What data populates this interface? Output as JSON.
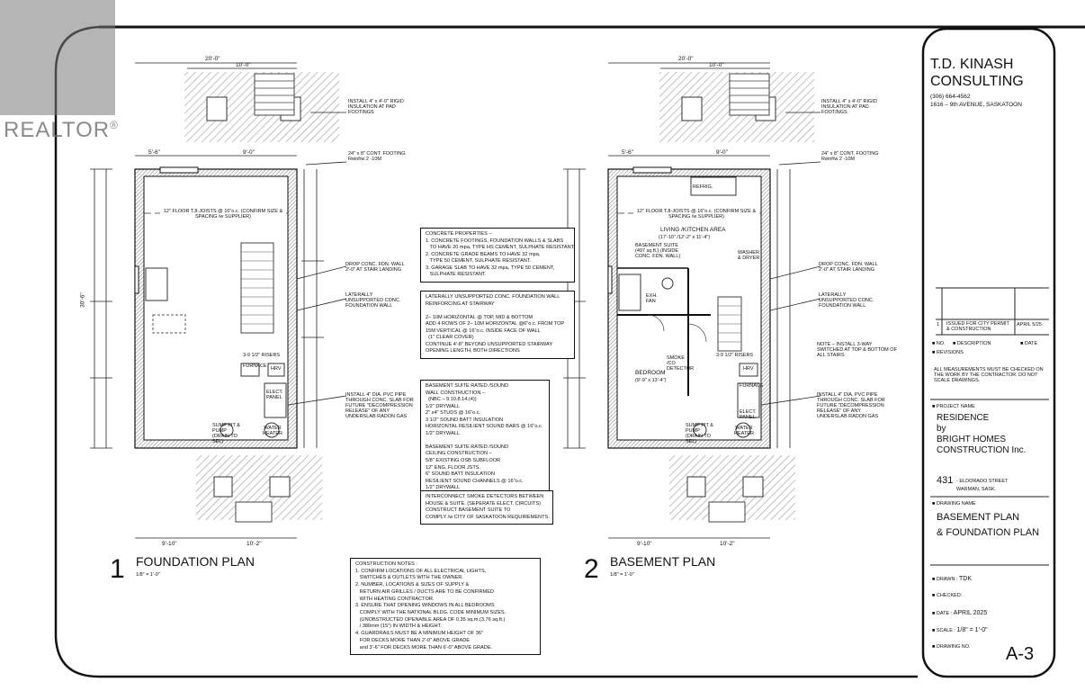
{
  "watermark": {
    "text": "REALTOR",
    "mark": "®"
  },
  "title_block": {
    "company_line1": "T.D. KINASH",
    "company_line2": "CONSULTING",
    "phone": "(306) 664-4562",
    "address": "1616 – 9th AVENUE, SASKATOON",
    "rev_no": "1",
    "rev_desc": "ISSUED FOR CITY PERMIT & CONSTRUCTION",
    "rev_date": "APRIL 5/25",
    "col_no": "NO.",
    "col_desc": "DESCRIPTION",
    "col_date": "DATE",
    "revisions_label": "REVISIONS",
    "measure_note": "ALL MEASUREMENTS MUST BE CHECKED ON THE WORK BY THE CONTRACTOR. DO NOT SCALE DRAWINGS.",
    "project_name_label": "PROJECT NAME",
    "project_line1": "RESIDENCE",
    "project_line2": "by",
    "project_line3": "BRIGHT HOMES",
    "project_line4": "CONSTRUCTION Inc.",
    "address_number": "431",
    "address_street": "- ELDORADO STREET",
    "address_city": "WARMAN, SASK.",
    "drawing_name_label": "DRAWING NAME",
    "drawing_line1": "BASEMENT PLAN",
    "drawing_line2": "& FOUNDATION PLAN",
    "drawn_label": "DRAWN :",
    "drawn_value": "TDK",
    "checked_label": "CHECKED:",
    "date_label": "DATE :",
    "date_value": "APRIL 2025",
    "scale_label": "SCALE :",
    "scale_value": "1/8\" = 1'-0\"",
    "drawing_no_label": "DRAWING NO.",
    "drawing_no": "A-3"
  },
  "plans": [
    {
      "number": "1",
      "title": "FOUNDATION PLAN",
      "scale": "1/8\" = 1'-0\""
    },
    {
      "number": "2",
      "title": "BASEMENT PLAN",
      "scale": "1/8\" = 1'-0\""
    }
  ],
  "dims": {
    "overall_width": "20'-0\"",
    "top_width": "10'-0\"",
    "left_top": "5'-6\"",
    "right_top": "9'-0\"",
    "depth": "30'-6\"",
    "bottom_left": "9'-10\"",
    "bottom_right": "10'-2\""
  },
  "labels": {
    "insulation": "INSTALL 4\" x 4'-0\" RIGID INSULATION AT PAD FOOTINGS",
    "footing": "24\" x 8\" CONT. FOOTING Reinf/w 2 -10M",
    "joists": "12\" FLOOR TJI-JOISTS @ 16\"o.c. (CONFIRM SIZE & SPACING /w SUPPLIER)",
    "drop_wall": "DROP CONC. FDN. WALL 2'-0\" AT STAIR LANDING",
    "unsupported": "LATERALLY UNSUPPORTED CONC. FOUNDATION WALL",
    "pvc": "INSTALL 4\" DIA. PVC PIPE THROUGH CONC. SLAB FOR FUTURE \"DECOMPRESSION RELEASE\" OF ANY UNDERSLAB RADON GAS",
    "switch_note": "NOTE – INSTALL 3-WAY SWITCHED AT TOP & BOTTOM OF ALL STAIRS",
    "living": "LIVING /KITCHEN AREA",
    "living_dim": "(17'-10\" /12'-2\" x 11'-4\")",
    "suite": "BASEMENT SUITE (497 sq.ft.) (INSIDE CONC. FDN. WALL)",
    "bedroom": "BEDROOM",
    "bedroom_dim": "(9'-9\" x 13'-4\")",
    "furnace": "FURNACE",
    "hrv": "HRV",
    "panel": "ELECT. PANEL",
    "heater": "WATER HEATER",
    "sump": "SUMP PIT & PUMP (DRAIN TO SEL)",
    "risers": "3-9 1/2\" RISERS",
    "fridge": "REFRIG.",
    "washer": "WASHER & DRYER",
    "exh": "EXH. FAN",
    "smoke": "SMOKE /CO DETECTOR"
  },
  "notes": {
    "concrete": "CONCRETE PROPERTIES –\n1. CONCRETE FOOTINGS, FOUNDATION WALLS & SLABS\n   TO HAVE 20 mpa, TYPE HS CEMENT, SULPHATE RESISTANT.\n2. CONCRETE GRADE BEAMS TO HAVE 32 mpa,\n   TYPE 50 CEMENT, SULPHATE RESISTANT.\n3. GARAGE SLAB TO HAVE 32 mpa, TYPE 50 CEMENT,\n   SULPHATE RESISTANT.",
    "reinforcing": "LATERALLY UNSUPPORTED CONC. FOUNDATION WALL\nREINFORCING AT STAIRWAY\n\n2– 10M HORIZONTAL @ TOP, MID & BOTTOM\nADD 4 ROWS OF 2– 10M HORIZONTAL @6\"o.c. FROM TOP\n15M VERTICAL @ 16\"o.c. INSIDE FACE OF WALL\n  (1\" CLEAR COVER)\nCONTINUE 4'-8\" BEYOND UNSUPPORTED STAIRWAY\nOPENING LENGTH, BOTH DIRECTIONS",
    "sound_wall": "BASEMENT SUITE RATED /SOUND\nWALL CONSTRUCTION –\n  (NBC – 9.10.8.14.(4))\n1/2\" DRYWALL\n2\" x4\" STUDS @ 16\"o.c.\n3 1/2\" SOUND BATT INSULATION\nHORIZONTAL RESILIENT SOUND BARS @ 16\"o.c.\n1/2\" DRYWALL\n\nBASEMENT SUITE RATED /SOUND\nCEILING CONSTRUCTION –\n5/8\" EXISTING OSB SUBFLOOR\n12\" ENG. FLOOR JSTS.\n6\" SOUND BATT INSULATION\nRESILIENT SOUND CHANNELS @ 16\"o.c.\n1/2\" DRYWALL",
    "smoke": "INTERCONNECT SMOKE DETECTORS BETWEEN\nHOUSE & SUITE. (SEPERATE ELECT. CIRCUITS)\nCONSTRUCT BASEMENT SUITE TO\nCOMPLY /w CITY OF SASKATOON REQUIREMENTS.",
    "construction": "CONSTRUCTION NOTES :\n1. CONFIRM LOCATIONS OF ALL ELECTRICAL LIGHTS,\n   SWITCHES & OUTLETS WITH THE OWNER.\n2. NUMBER, LOCATIONS & SIZES OF SUPPLY &\n   RETURN AIR GRILLES / DUCTS ARE TO BE CONFIRMED\n   WITH HEATING CONTRACTOR.\n3. ENSURE THAT OPENING WINDOWS IN ALL BEDROOMS\n   COMPLY WITH THE NATIONAL BLDG. CODE MINIMUM SIZES.\n   (UNOBSTRUCTED OPENABLE AREA OF 0.35 sq.m.(3.76 sq.ft.)\n   / 380mm (15\") IN WIDTH & HEIGHT.\n4. GUARDRAILS MUST BE A MINIMUM HEIGHT OF 36\"\n   FOR DECKS MORE THAN 2'-0\" ABOVE GRADE\n   and 3'-6\" FOR DECKS MORE THAN 6'-0\" ABOVE GRADE."
  }
}
